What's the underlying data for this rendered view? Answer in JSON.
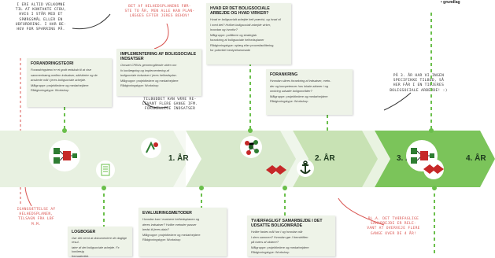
{
  "notes": {
    "top_left": [
      "I ERE ALTID VELKOMNE",
      "TIL AT KONTAKTE CFBU,",
      "HVIS I STÅR MED ET",
      "SPØRGSMÅL ELLER EN",
      "UDFORDRING. I HAR BE-",
      "HOV FOR SPARRING PÅ."
    ],
    "top_center": [
      "BET AF HELHEDSPLANENS FØR-",
      "STE TO ÅR, MEN ALLE KAN PLAN-",
      "LÆGGES EFTER JERES BEHOV!"
    ],
    "middle": [
      "TILBUDDET KAN VÆRE RE-",
      "LEVANT FLERE GANGE IFM.",
      "FORSKELLIGE INDSATSER"
    ],
    "right": [
      "PÅ 3. ÅR HAR VI INGEN",
      "SPECIFIKKE TILBUD, SÅ",
      "HER FÅR I EN TILJERES",
      "BOLIGSOCIALE ARBEJDE! :)"
    ],
    "left_bottom": [
      "IGANGSÆTTELSE AF",
      "HELHEDSPLANEN,",
      "TILSAGN FRA LBF",
      "M.M."
    ],
    "bottom_right": [
      "BL.A. DET TVÆRFAGLIGE",
      "SAMARBEJDE ER RELE-",
      "VANT AT OVERVEJE FLERE",
      "GANGE OVER DE 4 ÅR!"
    ],
    "top_right_fragment": "• grundlag"
  },
  "cards": {
    "forandringsteori": {
      "title": "FORANDRINGSTEORI",
      "lines": [
        "Forandringsteori er et godt redskab til at vise",
        "sammenhæng mellem indsatser, aktiviteter og de",
        "ønskede mål i jeres boligsociale arbejde.",
        "Målgruppe: projektledere og medarbejdere",
        "Rådgivningstype: Workshop"
      ]
    },
    "implementering": {
      "title": "IMPLEMENTERING AF BOLIGSOCIALE INDSATSER",
      "lines": [
        "Omsæt CFBUs gennemgående viden om",
        "fx kortlægning og implementering af",
        "boligsociale indsatser i jeres helhedsplan.",
        "Målgruppe: projektledere og medarbejdere",
        "Rådgivningstype: Workshop"
      ]
    },
    "hvad_er_det": {
      "title": "HVAD ER DET BOLIGSOCIALE ARBEJDE OG HVAD VIRKER?",
      "lines": [
        "Hvad er boligsocialt arbejde helt præcist, og hvad vil",
        "I med det? Hvilket boligsocialt arbejde virker,",
        "hvordan og hvorfor?",
        "Målgruppe: politikere og strategisk",
        "forankring af boligsociale helhedsplaner",
        "Rådgivningstype: oplæg eller procesfacilitering",
        "for potentiel bestyrelsesmøde"
      ]
    },
    "forankring": {
      "title": "FORANKRING",
      "lines": [
        "Hvordan sikres forankring af indsatser, meto-",
        "der og kompetencer hos lokale aktører i og",
        "omkring udsatte boligområder?",
        "Målgruppe: projektledere og medarbejdere",
        "Rådgivningstype: Workshop"
      ]
    },
    "evaluering": {
      "title": "EVALUERINGSMETODER",
      "lines": [
        "Hvordan kan I evaluere helhedsplanen og",
        "deres indsatser? Hvilke metoder passer",
        "bedst til jeres data?",
        "Målgruppe: projektledere og medarbejdere",
        "Rådgivningstype: Workshop"
      ]
    },
    "tvaerfagligt": {
      "title": "TVÆRFAGLIGT SAMARBEJDE I DET UDSATTE BOLIGOMRÅDE",
      "lines": [
        "Hvilke fastes mål har I og hvordan når",
        "I dem sammen? Hvordan gør I fremdriften",
        "på tværs af aktører?",
        "Målgruppe: projektledere og medarbejdere",
        "Rådgivningstype: Workshop"
      ]
    },
    "logbog": {
      "title": "LOGBOGER",
      "lines": [
        "Gør det nemt at dokumentere de daglige resul-",
        "tater af det boligsociale arbejde. Fx kortlæsig",
        "fremadrettet."
      ]
    }
  },
  "timeline": {
    "years": [
      "1. ÅR",
      "2. ÅR",
      "3. ÅR",
      "4. ÅR"
    ],
    "colors": {
      "band": "#d6e7cc",
      "band_light": "#e6f0df",
      "accent": "#6abf4b",
      "red": "#d9534f",
      "dark_green": "#1e3a1e"
    }
  },
  "icons": [
    "flowchart-icon",
    "checklist-icon",
    "implementation-icon",
    "molecule-icon",
    "anchor-icon",
    "handshake-icon",
    "flowchart-icon-2",
    "handshake-icon-2"
  ]
}
